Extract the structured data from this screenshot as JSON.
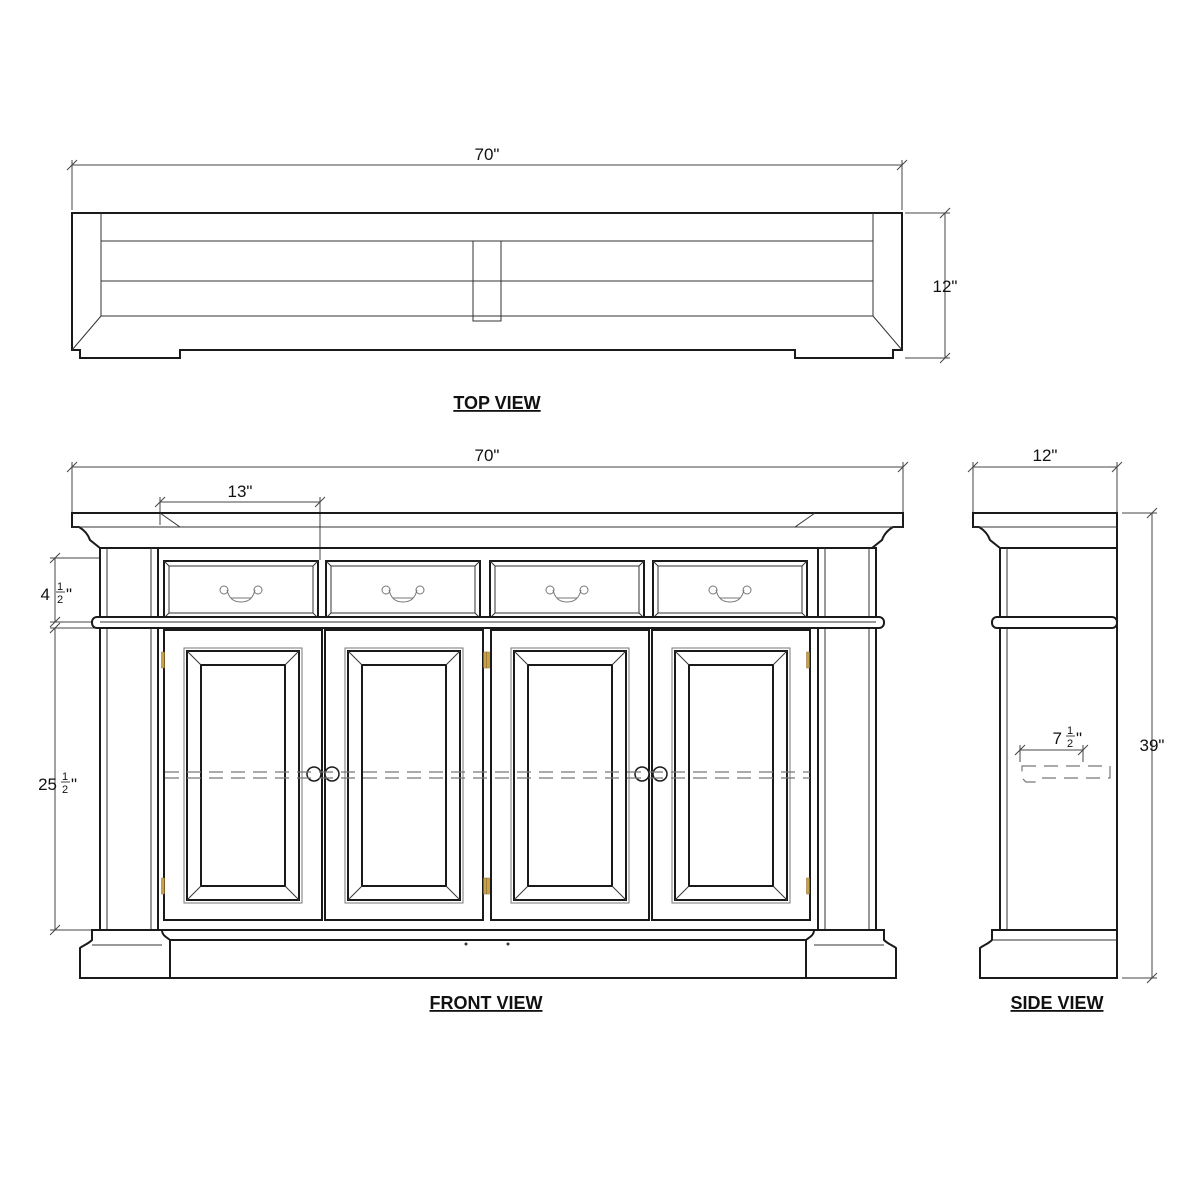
{
  "views": {
    "top": {
      "label": "TOP VIEW",
      "width_dim": "70\"",
      "depth_dim": "12\""
    },
    "front": {
      "label": "FRONT VIEW",
      "width_dim": "70\"",
      "drawer_width_dim": "13\"",
      "drawer_height_dim": {
        "whole": "4",
        "num": "1",
        "den": "2",
        "unit": "\""
      },
      "cabinet_height_dim": {
        "whole": "25",
        "num": "1",
        "den": "2",
        "unit": "\""
      },
      "drawer_count": 4,
      "door_count": 4
    },
    "side": {
      "label": "SIDE VIEW",
      "depth_dim": "12\"",
      "shelf_depth_dim": {
        "whole": "7",
        "num": "1",
        "den": "2",
        "unit": "\""
      },
      "overall_height_dim": "39\""
    }
  }
}
